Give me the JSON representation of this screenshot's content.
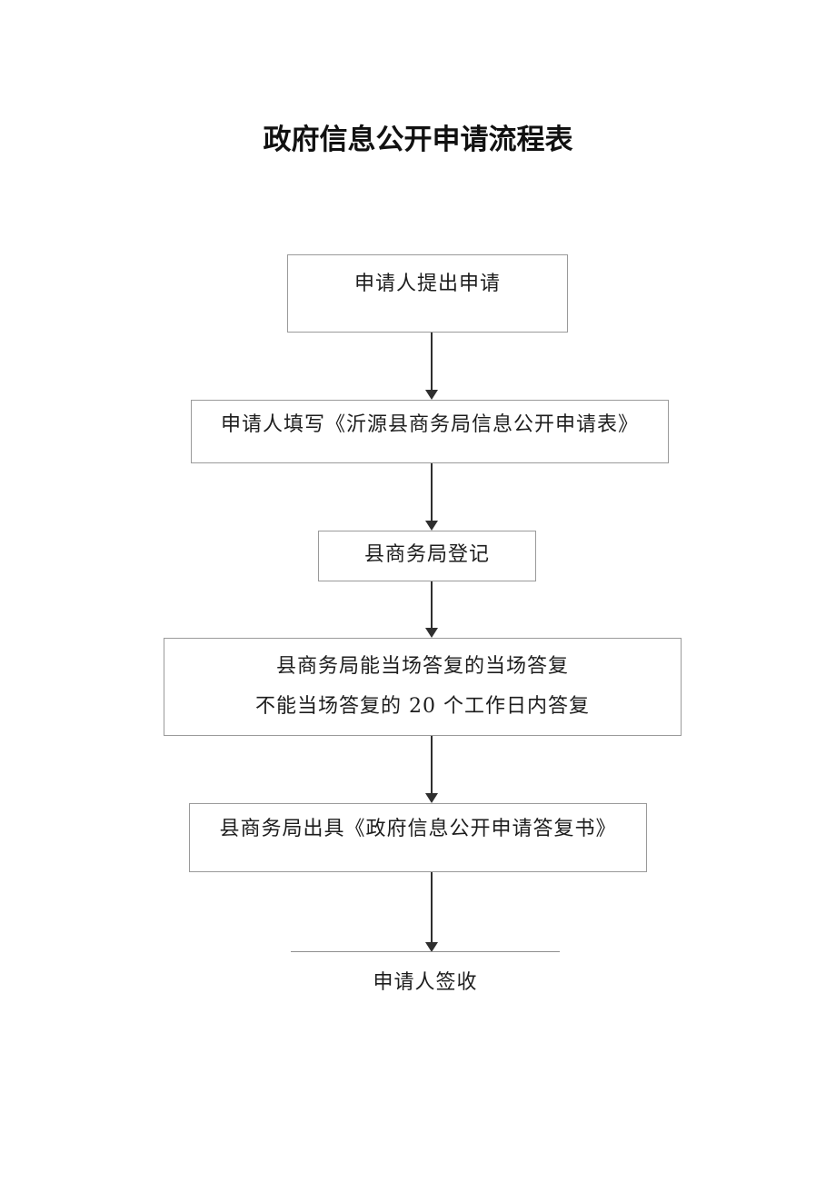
{
  "document": {
    "title": "政府信息公开申请流程表",
    "background_color": "#ffffff",
    "node_border_color": "#9a9a9a",
    "arrow_color": "#2f2f2f",
    "text_color": "#1d1d1d"
  },
  "flowchart": {
    "type": "flowchart",
    "orientation": "top-to-bottom",
    "nodes": [
      {
        "id": "node-1",
        "shape": "rectangle",
        "lines": [
          "申请人提出申请"
        ]
      },
      {
        "id": "node-2",
        "shape": "rectangle",
        "lines": [
          "申请人填写《沂源县商务局信息公开申请表》"
        ]
      },
      {
        "id": "node-3",
        "shape": "rectangle",
        "lines": [
          "县商务局登记"
        ]
      },
      {
        "id": "node-4",
        "shape": "rectangle",
        "lines": [
          "县商务局能当场答复的当场答复",
          "不能当场答复的 20 个工作日内答复"
        ]
      },
      {
        "id": "node-5",
        "shape": "rectangle",
        "lines": [
          "县商务局出具《政府信息公开申请答复书》"
        ]
      },
      {
        "id": "node-6",
        "shape": "open-top-rule",
        "lines": [
          "申请人签收"
        ]
      }
    ],
    "connectors": [
      {
        "id": "arrow-1",
        "from": "node-1",
        "to": "node-2",
        "style": "solid-arrow-down"
      },
      {
        "id": "arrow-2",
        "from": "node-2",
        "to": "node-3",
        "style": "solid-arrow-down"
      },
      {
        "id": "arrow-3",
        "from": "node-3",
        "to": "node-4",
        "style": "solid-arrow-down"
      },
      {
        "id": "arrow-4",
        "from": "node-4",
        "to": "node-5",
        "style": "solid-arrow-down"
      },
      {
        "id": "arrow-5",
        "from": "node-5",
        "to": "node-6",
        "style": "solid-arrow-down"
      }
    ]
  }
}
